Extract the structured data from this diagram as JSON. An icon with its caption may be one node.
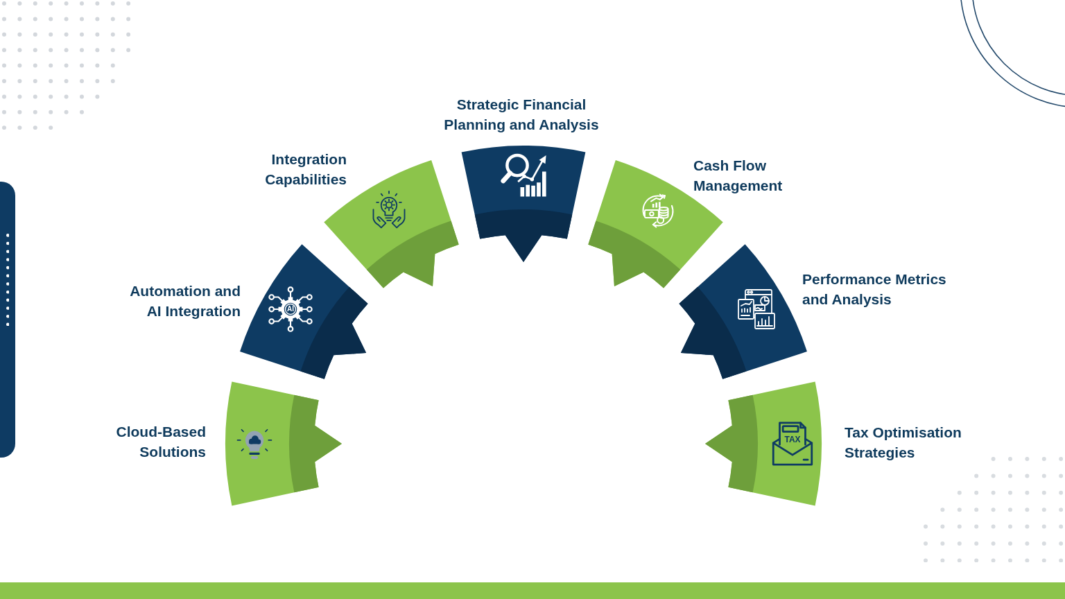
{
  "diagram": {
    "nodes": [
      {
        "text": [
          "Cloud-Based Solutions"
        ]
      },
      {
        "text": [
          "Automation and AI Integration",
          "AI"
        ]
      },
      {
        "text": [
          "Integration Capabilities"
        ]
      },
      {
        "text": [
          "Strategic Financial Planning and Analysis"
        ]
      },
      {
        "text": [
          "Cash Flow Management"
        ]
      },
      {
        "text": [
          "Performance Metrics and Analysis"
        ]
      },
      {
        "text": [
          "TAX",
          "Tax Optimisation Strategies"
        ]
      }
    ]
  }
}
